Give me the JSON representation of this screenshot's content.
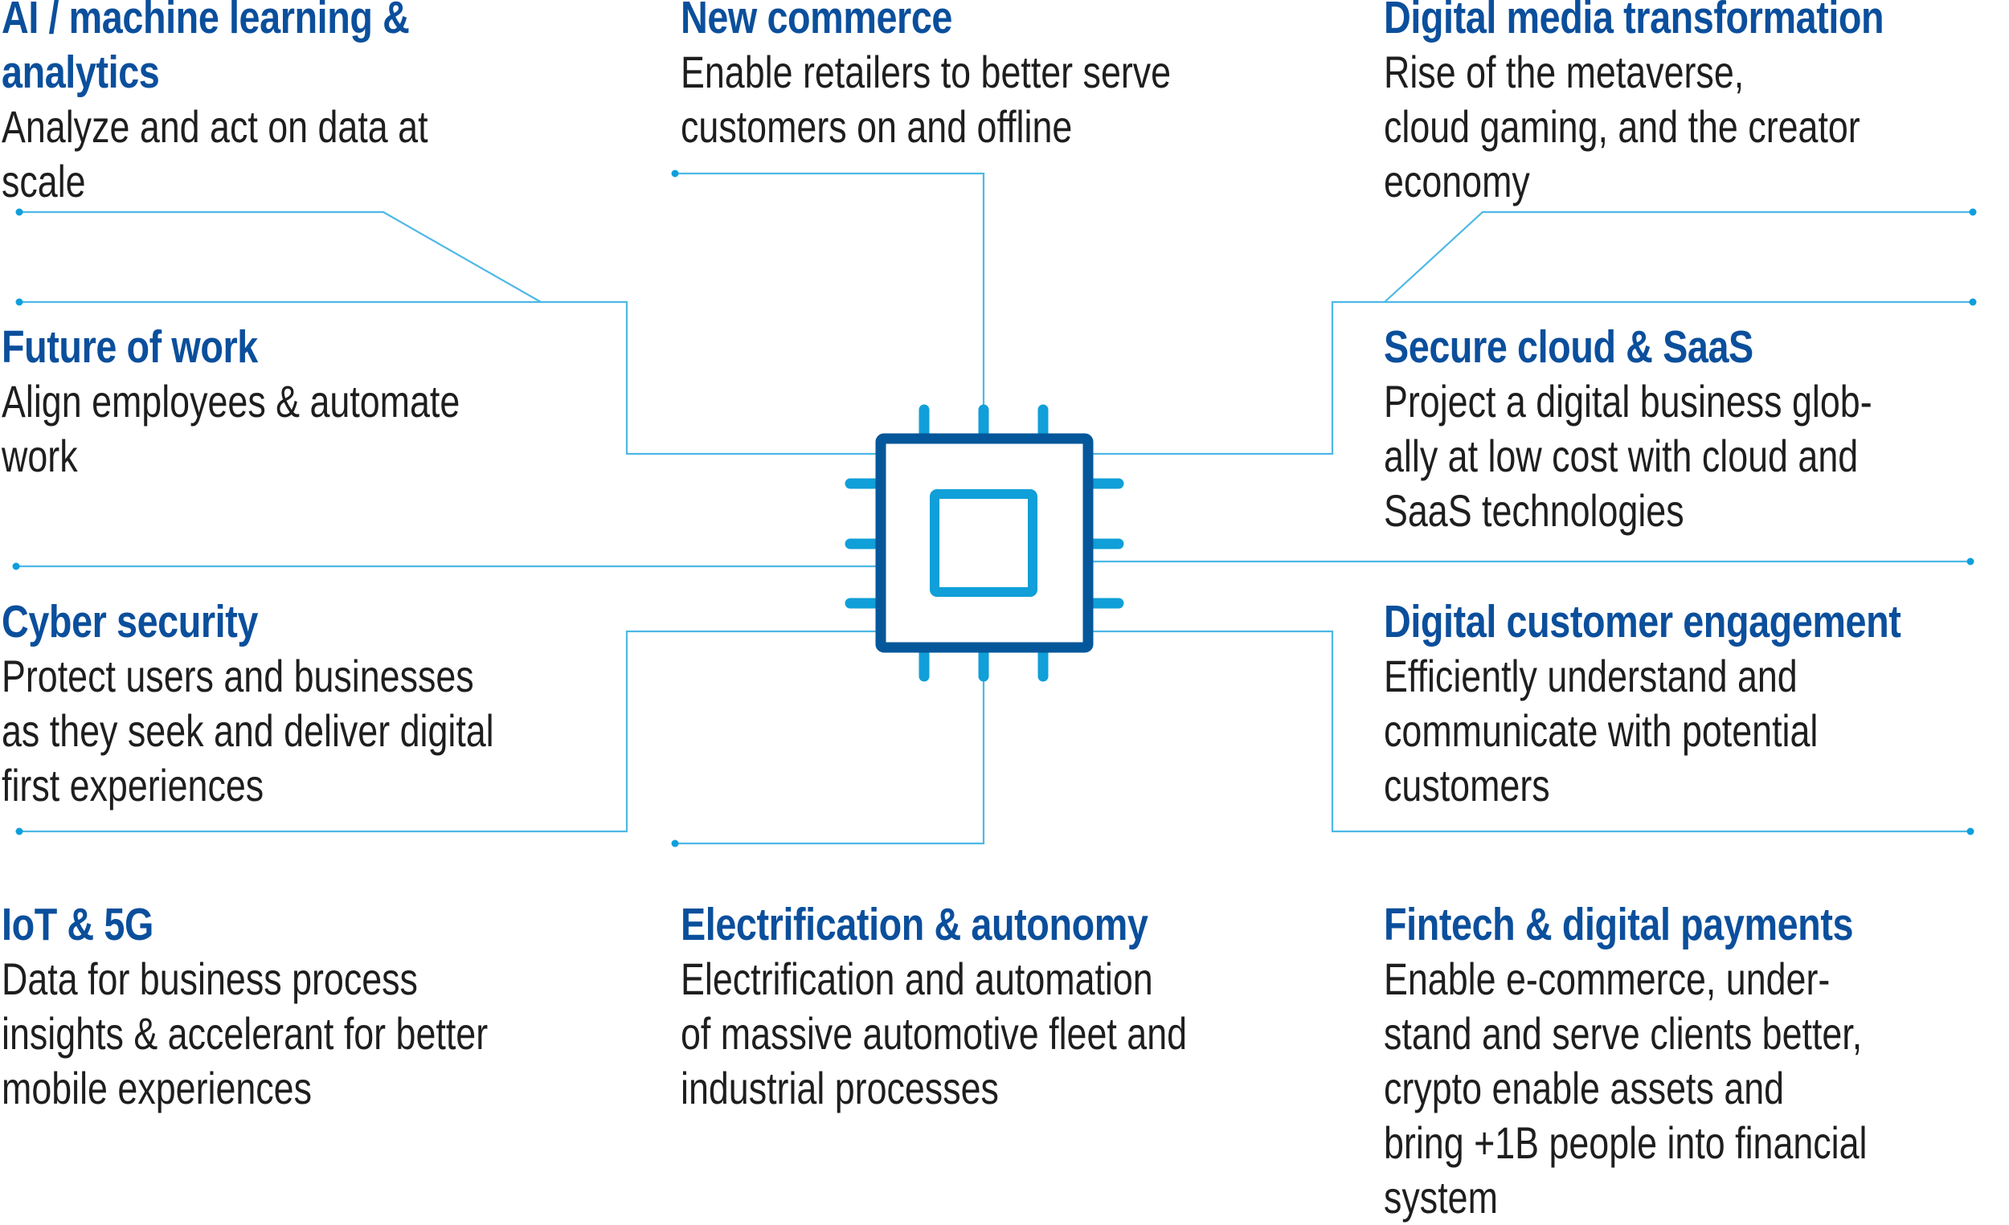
{
  "colors": {
    "title": "#0b4f9c",
    "body_text": "#1e1e1e",
    "connector": "#4db8e6",
    "connector_dot": "#0f9fdc",
    "chip_outer": "#04579a",
    "chip_inner": "#109fd8"
  },
  "center_icon": "microchip-icon",
  "topics": [
    {
      "id": "ai",
      "title": "AI / machine learning &",
      "title2": "analytics",
      "lines": [
        "Analyze and act on data at",
        "scale"
      ]
    },
    {
      "id": "nc",
      "title": "New commerce",
      "lines": [
        "Enable retailers to better serve",
        "customers on and offline"
      ]
    },
    {
      "id": "dm",
      "title": "Digital media transformation",
      "lines": [
        "Rise of the metaverse,",
        "cloud gaming, and the creator",
        "economy"
      ]
    },
    {
      "id": "fw",
      "title": "Future of work",
      "lines": [
        "Align employees & automate",
        "work"
      ]
    },
    {
      "id": "sc",
      "title": "Secure cloud & SaaS",
      "lines": [
        "Project a digital business glob-",
        "ally at low cost with cloud and",
        "SaaS technologies"
      ]
    },
    {
      "id": "cs",
      "title": "Cyber security",
      "lines": [
        "Protect users and businesses",
        "as they seek and deliver digital",
        "first experiences"
      ]
    },
    {
      "id": "dc",
      "title": "Digital customer engagement",
      "lines": [
        "Efficiently understand and",
        "communicate with potential",
        "customers"
      ]
    },
    {
      "id": "iot",
      "title": "IoT & 5G",
      "lines": [
        "Data for business process",
        "insights & accelerant for better",
        "mobile experiences"
      ]
    },
    {
      "id": "el",
      "title": "Electrification & autonomy",
      "lines": [
        "Electrification and automation",
        "of massive automotive fleet and",
        "industrial processes"
      ]
    },
    {
      "id": "ft",
      "title": "Fintech & digital payments",
      "lines": [
        "Enable e-commerce, under-",
        "stand and serve clients better,",
        "crypto enable assets and",
        "bring +1B people into financial",
        "system"
      ]
    }
  ]
}
